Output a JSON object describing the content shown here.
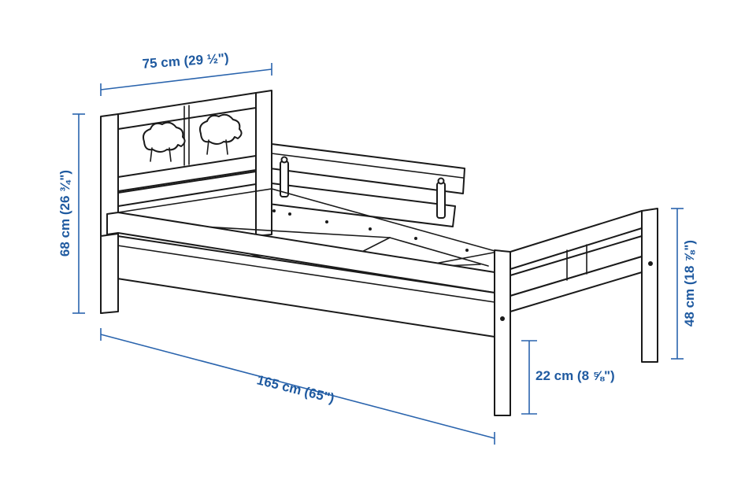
{
  "dimensions": {
    "width": "75 cm (29 ½\")",
    "headboard_height": "68 cm (26 ¾\")",
    "length": "165 cm (65\")",
    "footboard_height": "48 cm (18 ⅞\")",
    "under_bed_clearance": "22 cm (8 ⅝\")"
  },
  "colors": {
    "dimension": "#1f5aa0",
    "outline": "#1a1a1a",
    "background": "#ffffff"
  },
  "icons": {
    "headboard_decoration": "sheep-silhouette"
  }
}
